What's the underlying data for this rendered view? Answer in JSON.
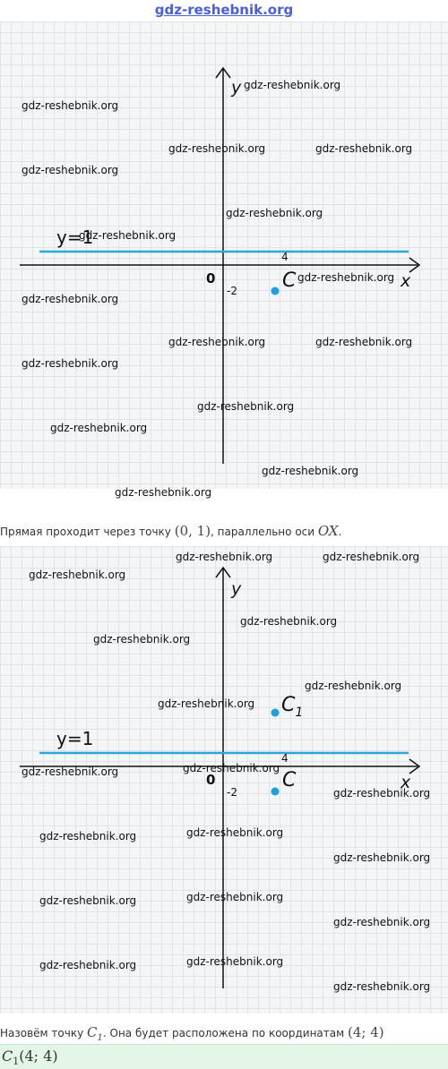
{
  "site_title": "gdz-reshebnik.org",
  "watermark": "gdz-reshebnik.org",
  "graph1": {
    "y_axis_label": "y",
    "x_axis_label": "x",
    "origin_label": "0",
    "x_tick_label": "4",
    "y_tick_label": "-2",
    "line_label": "y=1",
    "point_c_label": "C",
    "line_color": "#2ba8dc",
    "point_color": "#1e9fe0"
  },
  "caption1": {
    "text": "Прямая проходит через точку",
    "point": "(0, 1)",
    "middle": ", параллельно оси",
    "axis": "OX",
    "end": "."
  },
  "graph2": {
    "y_axis_label": "y",
    "x_axis_label": "x",
    "origin_label": "0",
    "x_tick_label": "4",
    "y_tick_label": "-2",
    "line_label": "y=1",
    "point_c_label": "C",
    "point_c1_label": "C",
    "point_c1_subscript": "1",
    "line_color": "#2ba8dc",
    "point_color": "#1e9fe0"
  },
  "caption2": {
    "text": "Назовём точку",
    "name": "C",
    "name_sub": "1",
    "middle": ". Она будет расположена по координатам",
    "coords": "(4;  4)"
  },
  "answer": {
    "name": "C",
    "name_sub": "1",
    "coords": "(4; 4)"
  }
}
